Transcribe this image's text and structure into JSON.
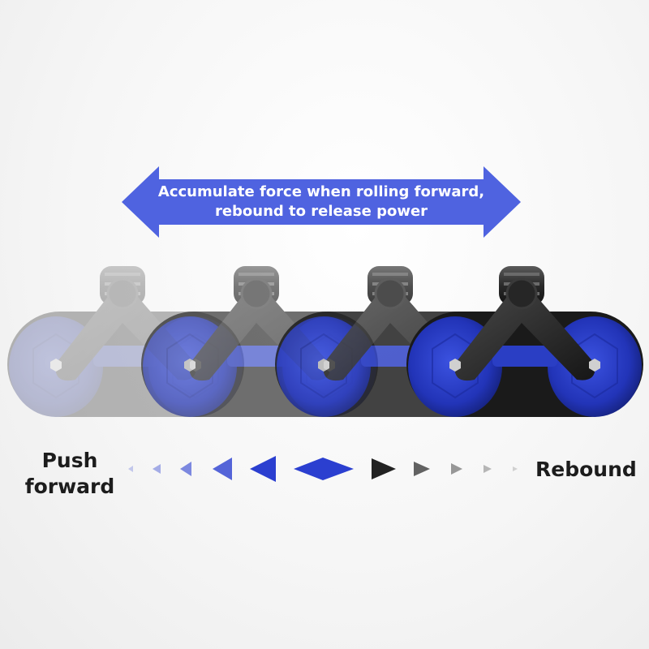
{
  "banner": {
    "line1": "Accumulate force when rolling forward,",
    "line2": "rebound to release power",
    "color": "#4f63e0"
  },
  "labels": {
    "push_line1": "Push",
    "push_line2": "forward",
    "rebound": "Rebound"
  },
  "colors": {
    "wheel_blue": "#2a3ec4",
    "frame_dark": "#2a2a2a",
    "arrow_blue": "#2b3fd0",
    "arrow_dark": "#222222"
  },
  "rollers": [
    {
      "opacity": 0.35,
      "image": "ab-roller-ghost-1"
    },
    {
      "opacity": 0.65,
      "image": "ab-roller-ghost-2"
    },
    {
      "opacity": 0.85,
      "image": "ab-roller-ghost-3"
    },
    {
      "opacity": 1.0,
      "image": "ab-roller-main"
    }
  ]
}
